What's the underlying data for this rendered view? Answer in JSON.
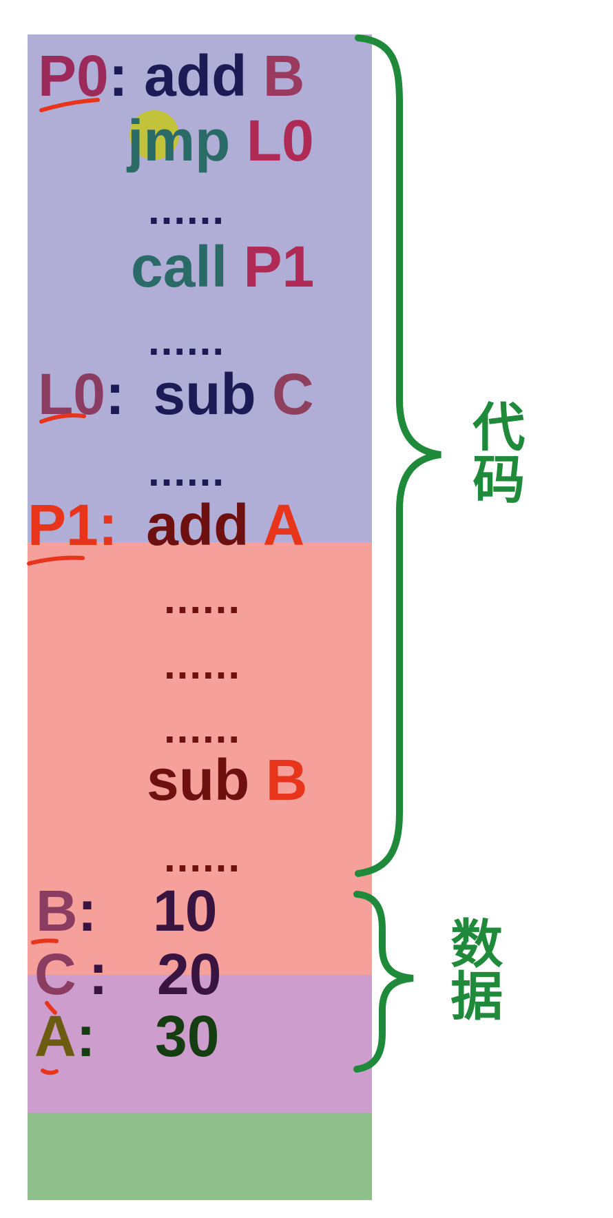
{
  "code": {
    "p0": {
      "label": "P0",
      "lines": [
        {
          "op": "add",
          "arg": "B"
        },
        {
          "op": "jmp",
          "arg": "L0"
        },
        {
          "dots": "......"
        },
        {
          "op": "call",
          "arg": "P1"
        },
        {
          "dots": "......"
        }
      ],
      "l0_label": "L0",
      "l0_op": "sub",
      "l0_arg": "C",
      "tail_dots": "......"
    },
    "p1": {
      "label": "P1",
      "op": "add",
      "arg": "A",
      "dots": [
        "......",
        "......",
        "......"
      ],
      "sub_op": "sub",
      "sub_arg": "B",
      "tail_dots": "......"
    }
  },
  "data": {
    "b": {
      "label": "B",
      "value": "10"
    },
    "c": {
      "label": "C",
      "value": "20"
    },
    "a": {
      "label": "A",
      "value": "30"
    }
  },
  "braces": {
    "code_label": "代码",
    "data_label": "数据"
  },
  "colors": {
    "code_p0_bg": "#b0aed6",
    "code_p1_bg": "#f6a09b",
    "data_bc_bg": "#cd9ecd",
    "data_a_bg": "#8fc08c",
    "brace_green": "#1f8a3a",
    "underline_red": "#e8341a"
  }
}
